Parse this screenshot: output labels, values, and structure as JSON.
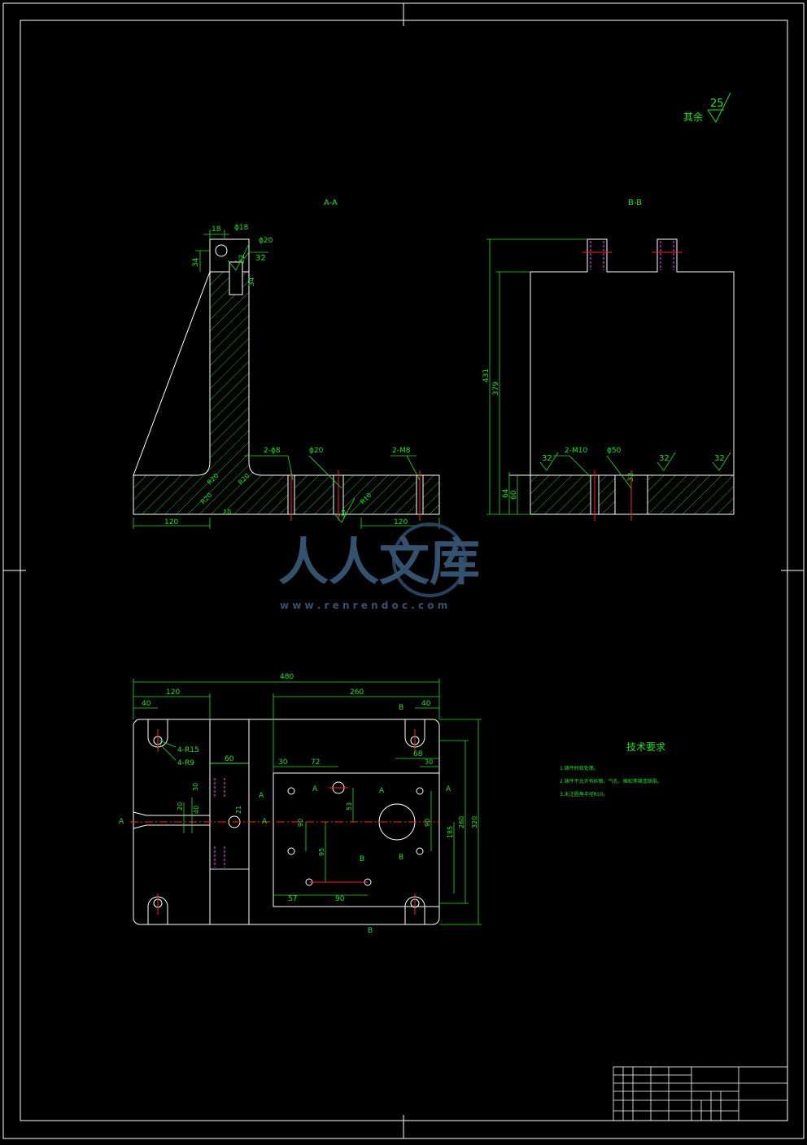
{
  "drawing": {
    "section_aa_label": "A-A",
    "section_bb_label": "B-B",
    "roughness_note": {
      "prefix": "其余",
      "value": "25"
    },
    "tech_requirements": {
      "title": "技术要求",
      "items": [
        "1.铸件时效处理。",
        "2.铸件不允许有砂眼、气孔、缩松等铸造缺陷。",
        "3.未注圆角半径R10。"
      ]
    }
  },
  "section_aa": {
    "top_width": "18",
    "hole_dia": "ϕ18",
    "bore_dia": "ϕ20",
    "height_left": "34",
    "rough_top": "32",
    "rough_top2": "32",
    "height_small": "34",
    "hole_2_phi8": "2-ϕ8",
    "hole_phi20": "ϕ20",
    "hole_2_m8": "2-M8",
    "left_len": "120",
    "right_len": "120",
    "rough_bottom": "32",
    "r_a": "R20",
    "r_b": "R20",
    "r_c": "R20",
    "r_d": "R10",
    "dim_10": "10"
  },
  "section_bb": {
    "h_total": "431",
    "h_inner": "379",
    "h_64": "64",
    "h_60": "60",
    "hole_m10": "2-M10",
    "hole_phi50": "ϕ50",
    "rough_a": "32",
    "rough_b": "32",
    "rough_c": "32",
    "rough_d": "32"
  },
  "plan_view": {
    "dim_480": "480",
    "dim_120": "120",
    "dim_260": "260",
    "dim_40_left": "40",
    "dim_40_right": "40",
    "slot_r15": "4-R15",
    "slot_r9": "4-R9",
    "dim_60": "60",
    "dim_30": "30",
    "dim_30b": "30",
    "dim_72": "72",
    "dim_68": "68",
    "dim_30c": "30",
    "dim_40v": "40",
    "dim_20": "20",
    "dim_21": "21",
    "dim_53": "53",
    "dim_90v": "90",
    "dim_90v2": "90",
    "dim_95": "95",
    "dim_185": "185",
    "dim_260v": "260",
    "dim_320": "320",
    "dim_57": "57",
    "dim_90h": "90",
    "mark_a_left": "A",
    "mark_a_center": "A",
    "mark_a_mid": "A",
    "mark_a_center2": "A",
    "mark_a_right": "A",
    "mark_a_right2": "A",
    "mark_b_top": "B",
    "mark_b_mid": "B",
    "mark_b_mid2": "B",
    "mark_b_bottom": "B"
  },
  "watermark": {
    "text": "人人文库",
    "url": "w w w . r e n r e n d o c . c o m"
  },
  "colors": {
    "background": "#000000",
    "line": "#ffffff",
    "dimension": "#1fe01f",
    "hatch": "#1fe01f",
    "center": "#ff2020",
    "hidden": "#ff40ff",
    "watermark": "#3a5a7a"
  }
}
